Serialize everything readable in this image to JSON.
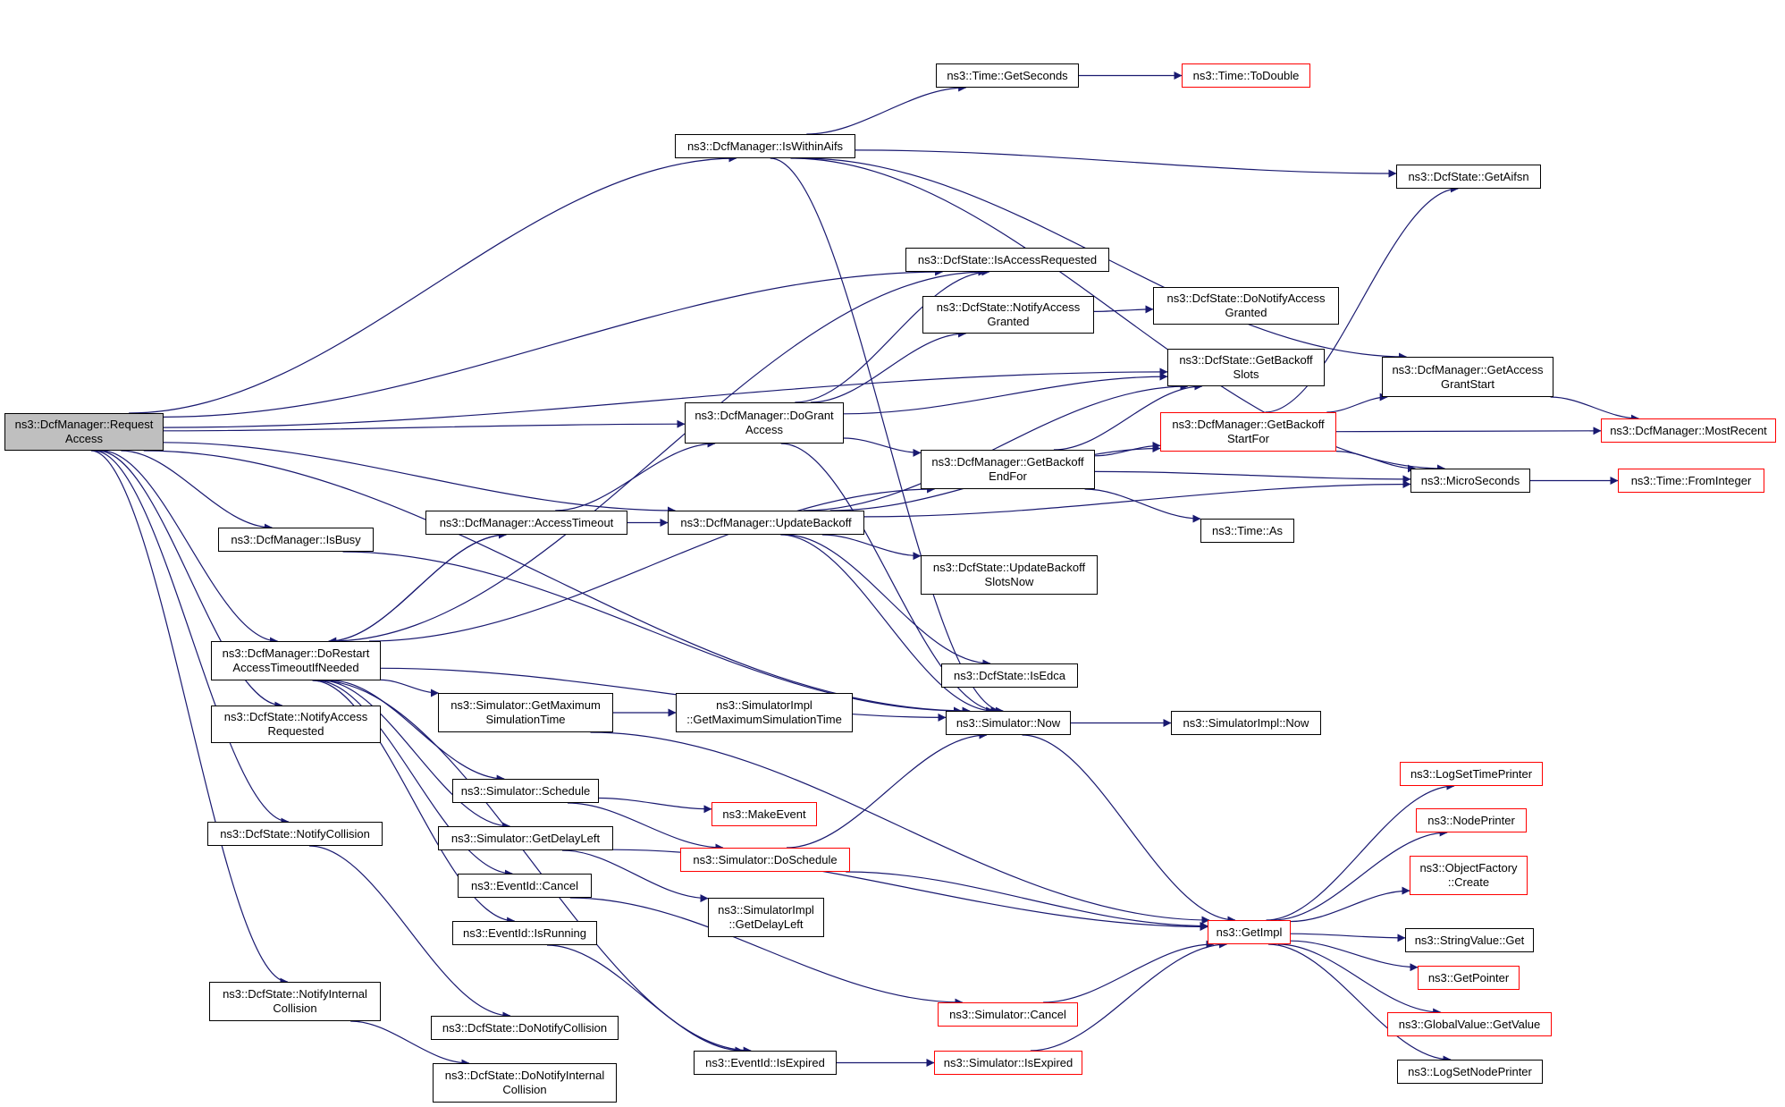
{
  "colors": {
    "edge": "#191970",
    "node_border": "#000000",
    "truncated_border": "#ff0000",
    "root_fill": "#bfbfbf"
  },
  "nodes": [
    {
      "id": "requestAccess",
      "lines": [
        "ns3::DcfManager::Request",
        "Access"
      ],
      "kind": "root"
    },
    {
      "id": "isWithinAifs",
      "lines": [
        "ns3::DcfManager::IsWithinAifs"
      ],
      "kind": "normal"
    },
    {
      "id": "getSeconds",
      "lines": [
        "ns3::Time::GetSeconds"
      ],
      "kind": "normal"
    },
    {
      "id": "toDouble",
      "lines": [
        "ns3::Time::ToDouble"
      ],
      "kind": "truncated"
    },
    {
      "id": "getAifsn",
      "lines": [
        "ns3::DcfState::GetAifsn"
      ],
      "kind": "normal"
    },
    {
      "id": "isAccessRequested",
      "lines": [
        "ns3::DcfState::IsAccessRequested"
      ],
      "kind": "normal"
    },
    {
      "id": "notifyAccessGranted",
      "lines": [
        "ns3::DcfState::NotifyAccess",
        "Granted"
      ],
      "kind": "normal"
    },
    {
      "id": "doNotifyAccessGranted",
      "lines": [
        "ns3::DcfState::DoNotifyAccess",
        "Granted"
      ],
      "kind": "normal"
    },
    {
      "id": "getBackoffSlots",
      "lines": [
        "ns3::DcfState::GetBackoff",
        "Slots"
      ],
      "kind": "normal"
    },
    {
      "id": "getAccessGrantStart",
      "lines": [
        "ns3::DcfManager::GetAccess",
        "GrantStart"
      ],
      "kind": "normal"
    },
    {
      "id": "doGrantAccess",
      "lines": [
        "ns3::DcfManager::DoGrant",
        "Access"
      ],
      "kind": "normal"
    },
    {
      "id": "getBackoffStartFor",
      "lines": [
        "ns3::DcfManager::GetBackoff",
        "StartFor"
      ],
      "kind": "truncated"
    },
    {
      "id": "mostRecent",
      "lines": [
        "ns3::DcfManager::MostRecent"
      ],
      "kind": "truncated"
    },
    {
      "id": "getBackoffEndFor",
      "lines": [
        "ns3::DcfManager::GetBackoff",
        "EndFor"
      ],
      "kind": "normal"
    },
    {
      "id": "microSeconds",
      "lines": [
        "ns3::MicroSeconds"
      ],
      "kind": "normal"
    },
    {
      "id": "fromInteger",
      "lines": [
        "ns3::Time::FromInteger"
      ],
      "kind": "truncated"
    },
    {
      "id": "accessTimeout",
      "lines": [
        "ns3::DcfManager::AccessTimeout"
      ],
      "kind": "normal"
    },
    {
      "id": "updateBackoff",
      "lines": [
        "ns3::DcfManager::UpdateBackoff"
      ],
      "kind": "normal"
    },
    {
      "id": "timeAs",
      "lines": [
        "ns3::Time::As"
      ],
      "kind": "normal"
    },
    {
      "id": "isBusy",
      "lines": [
        "ns3::DcfManager::IsBusy"
      ],
      "kind": "normal"
    },
    {
      "id": "updateBackoffSlotsNow",
      "lines": [
        "ns3::DcfState::UpdateBackoff",
        "SlotsNow"
      ],
      "kind": "normal"
    },
    {
      "id": "doRestart",
      "lines": [
        "ns3::DcfManager::DoRestart",
        "AccessTimeoutIfNeeded"
      ],
      "kind": "normal"
    },
    {
      "id": "isEdca",
      "lines": [
        "ns3::DcfState::IsEdca"
      ],
      "kind": "normal"
    },
    {
      "id": "getMaxSimTime",
      "lines": [
        "ns3::Simulator::GetMaximum",
        "SimulationTime"
      ],
      "kind": "normal"
    },
    {
      "id": "implGetMaxSimTime",
      "lines": [
        "ns3::SimulatorImpl",
        "::GetMaximumSimulationTime"
      ],
      "kind": "normal"
    },
    {
      "id": "notifyAccessRequested",
      "lines": [
        "ns3::DcfState::NotifyAccess",
        "Requested"
      ],
      "kind": "normal"
    },
    {
      "id": "simNow",
      "lines": [
        "ns3::Simulator::Now"
      ],
      "kind": "normal"
    },
    {
      "id": "implNow",
      "lines": [
        "ns3::SimulatorImpl::Now"
      ],
      "kind": "normal"
    },
    {
      "id": "schedule",
      "lines": [
        "ns3::Simulator::Schedule"
      ],
      "kind": "normal"
    },
    {
      "id": "makeEvent",
      "lines": [
        "ns3::MakeEvent"
      ],
      "kind": "truncated"
    },
    {
      "id": "logSetTimePrinter",
      "lines": [
        "ns3::LogSetTimePrinter"
      ],
      "kind": "truncated"
    },
    {
      "id": "nodePrinter",
      "lines": [
        "ns3::NodePrinter"
      ],
      "kind": "truncated"
    },
    {
      "id": "notifyCollision",
      "lines": [
        "ns3::DcfState::NotifyCollision"
      ],
      "kind": "normal"
    },
    {
      "id": "getDelayLeft",
      "lines": [
        "ns3::Simulator::GetDelayLeft"
      ],
      "kind": "normal"
    },
    {
      "id": "doSchedule",
      "lines": [
        "ns3::Simulator::DoSchedule"
      ],
      "kind": "truncated"
    },
    {
      "id": "objectFactoryCreate",
      "lines": [
        "ns3::ObjectFactory",
        "::Create"
      ],
      "kind": "truncated"
    },
    {
      "id": "eventIdCancel",
      "lines": [
        "ns3::EventId::Cancel"
      ],
      "kind": "normal"
    },
    {
      "id": "implGetDelayLeft",
      "lines": [
        "ns3::SimulatorImpl",
        "::GetDelayLeft"
      ],
      "kind": "normal"
    },
    {
      "id": "stringValueGet",
      "lines": [
        "ns3::StringValue::Get"
      ],
      "kind": "normal"
    },
    {
      "id": "getImpl",
      "lines": [
        "ns3::GetImpl"
      ],
      "kind": "truncated"
    },
    {
      "id": "eventIdIsRunning",
      "lines": [
        "ns3::EventId::IsRunning"
      ],
      "kind": "normal"
    },
    {
      "id": "getPointer",
      "lines": [
        "ns3::GetPointer"
      ],
      "kind": "truncated"
    },
    {
      "id": "notifyInternalCollision",
      "lines": [
        "ns3::DcfState::NotifyInternal",
        "Collision"
      ],
      "kind": "normal"
    },
    {
      "id": "simCancel",
      "lines": [
        "ns3::Simulator::Cancel"
      ],
      "kind": "truncated"
    },
    {
      "id": "globalValueGetValue",
      "lines": [
        "ns3::GlobalValue::GetValue"
      ],
      "kind": "truncated"
    },
    {
      "id": "doNotifyCollision",
      "lines": [
        "ns3::DcfState::DoNotifyCollision"
      ],
      "kind": "normal"
    },
    {
      "id": "eventIdIsExpired",
      "lines": [
        "ns3::EventId::IsExpired"
      ],
      "kind": "normal"
    },
    {
      "id": "simIsExpired",
      "lines": [
        "ns3::Simulator::IsExpired"
      ],
      "kind": "truncated"
    },
    {
      "id": "logSetNodePrinter",
      "lines": [
        "ns3::LogSetNodePrinter"
      ],
      "kind": "normal"
    },
    {
      "id": "doNotifyInternalCollision",
      "lines": [
        "ns3::DcfState::DoNotifyInternal",
        "Collision"
      ],
      "kind": "normal"
    }
  ],
  "edges": [
    [
      "requestAccess",
      "isWithinAifs"
    ],
    [
      "requestAccess",
      "getBackoffSlots"
    ],
    [
      "requestAccess",
      "isAccessRequested"
    ],
    [
      "requestAccess",
      "doGrantAccess"
    ],
    [
      "requestAccess",
      "updateBackoff"
    ],
    [
      "requestAccess",
      "simNow"
    ],
    [
      "requestAccess",
      "isBusy"
    ],
    [
      "requestAccess",
      "doRestart"
    ],
    [
      "requestAccess",
      "notifyAccessRequested"
    ],
    [
      "requestAccess",
      "notifyCollision"
    ],
    [
      "requestAccess",
      "notifyInternalCollision"
    ],
    [
      "isWithinAifs",
      "getSeconds"
    ],
    [
      "isWithinAifs",
      "getAifsn"
    ],
    [
      "isWithinAifs",
      "getAccessGrantStart"
    ],
    [
      "isWithinAifs",
      "microSeconds"
    ],
    [
      "isWithinAifs",
      "simNow"
    ],
    [
      "getSeconds",
      "toDouble"
    ],
    [
      "notifyAccessGranted",
      "doNotifyAccessGranted"
    ],
    [
      "getAccessGrantStart",
      "mostRecent"
    ],
    [
      "doGrantAccess",
      "isAccessRequested"
    ],
    [
      "doGrantAccess",
      "notifyAccessGranted"
    ],
    [
      "doGrantAccess",
      "getBackoffSlots"
    ],
    [
      "doGrantAccess",
      "getBackoffEndFor"
    ],
    [
      "doGrantAccess",
      "simNow"
    ],
    [
      "getBackoffEndFor",
      "getBackoffStartFor"
    ],
    [
      "getBackoffEndFor",
      "getBackoffSlots"
    ],
    [
      "getBackoffEndFor",
      "microSeconds"
    ],
    [
      "getBackoffEndFor",
      "timeAs"
    ],
    [
      "getBackoffStartFor",
      "getAifsn"
    ],
    [
      "getBackoffStartFor",
      "getAccessGrantStart"
    ],
    [
      "getBackoffStartFor",
      "mostRecent"
    ],
    [
      "getBackoffStartFor",
      "microSeconds"
    ],
    [
      "microSeconds",
      "fromInteger"
    ],
    [
      "accessTimeout",
      "doGrantAccess"
    ],
    [
      "accessTimeout",
      "updateBackoff"
    ],
    [
      "accessTimeout",
      "doRestart"
    ],
    [
      "updateBackoff",
      "getBackoffSlots"
    ],
    [
      "updateBackoff",
      "getBackoffStartFor"
    ],
    [
      "updateBackoff",
      "updateBackoffSlotsNow"
    ],
    [
      "updateBackoff",
      "isEdca"
    ],
    [
      "updateBackoff",
      "microSeconds"
    ],
    [
      "updateBackoff",
      "simNow"
    ],
    [
      "isBusy",
      "simNow"
    ],
    [
      "doRestart",
      "isAccessRequested"
    ],
    [
      "doRestart",
      "accessTimeout"
    ],
    [
      "doRestart",
      "getBackoffEndFor"
    ],
    [
      "doRestart",
      "simNow"
    ],
    [
      "doRestart",
      "getMaxSimTime"
    ],
    [
      "doRestart",
      "schedule"
    ],
    [
      "doRestart",
      "getDelayLeft"
    ],
    [
      "doRestart",
      "eventIdCancel"
    ],
    [
      "doRestart",
      "eventIdIsRunning"
    ],
    [
      "doRestart",
      "eventIdIsExpired"
    ],
    [
      "getMaxSimTime",
      "implGetMaxSimTime"
    ],
    [
      "getMaxSimTime",
      "getImpl"
    ],
    [
      "simNow",
      "implNow"
    ],
    [
      "simNow",
      "getImpl"
    ],
    [
      "schedule",
      "makeEvent"
    ],
    [
      "schedule",
      "doSchedule"
    ],
    [
      "doSchedule",
      "simNow"
    ],
    [
      "doSchedule",
      "getImpl"
    ],
    [
      "getDelayLeft",
      "implGetDelayLeft"
    ],
    [
      "getDelayLeft",
      "getImpl"
    ],
    [
      "eventIdCancel",
      "simCancel"
    ],
    [
      "eventIdIsRunning",
      "eventIdIsExpired"
    ],
    [
      "eventIdIsExpired",
      "simIsExpired"
    ],
    [
      "simCancel",
      "getImpl"
    ],
    [
      "simIsExpired",
      "getImpl"
    ],
    [
      "notifyCollision",
      "doNotifyCollision"
    ],
    [
      "notifyInternalCollision",
      "doNotifyInternalCollision"
    ],
    [
      "getImpl",
      "logSetTimePrinter"
    ],
    [
      "getImpl",
      "nodePrinter"
    ],
    [
      "getImpl",
      "objectFactoryCreate"
    ],
    [
      "getImpl",
      "stringValueGet"
    ],
    [
      "getImpl",
      "getPointer"
    ],
    [
      "getImpl",
      "globalValueGetValue"
    ],
    [
      "getImpl",
      "logSetNodePrinter"
    ]
  ]
}
